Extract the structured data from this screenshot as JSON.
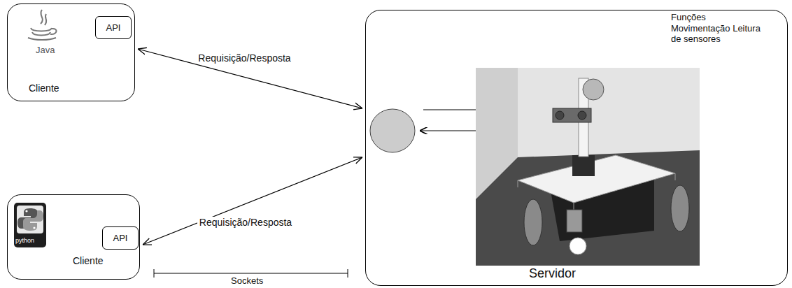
{
  "diagram": {
    "nodes": [
      {
        "text": [
          "Java",
          "Cliente"
        ]
      },
      {
        "text": [
          "API"
        ],
        "in": 0
      },
      {
        "text": [
          "python",
          "Cliente"
        ]
      },
      {
        "text": [
          "API"
        ],
        "in": 2
      },
      {
        "text": [
          "Funções Movimentação Leitura de sensores",
          "Servidor"
        ]
      }
    ],
    "edges": [
      {
        "from": 0,
        "to": 4,
        "arrow": "both",
        "label": "Requisição/Resposta"
      },
      {
        "from": 2,
        "to": 4,
        "arrow": "both",
        "label": "Requisição/Resposta"
      }
    ],
    "labels": [
      "Sockets"
    ]
  }
}
